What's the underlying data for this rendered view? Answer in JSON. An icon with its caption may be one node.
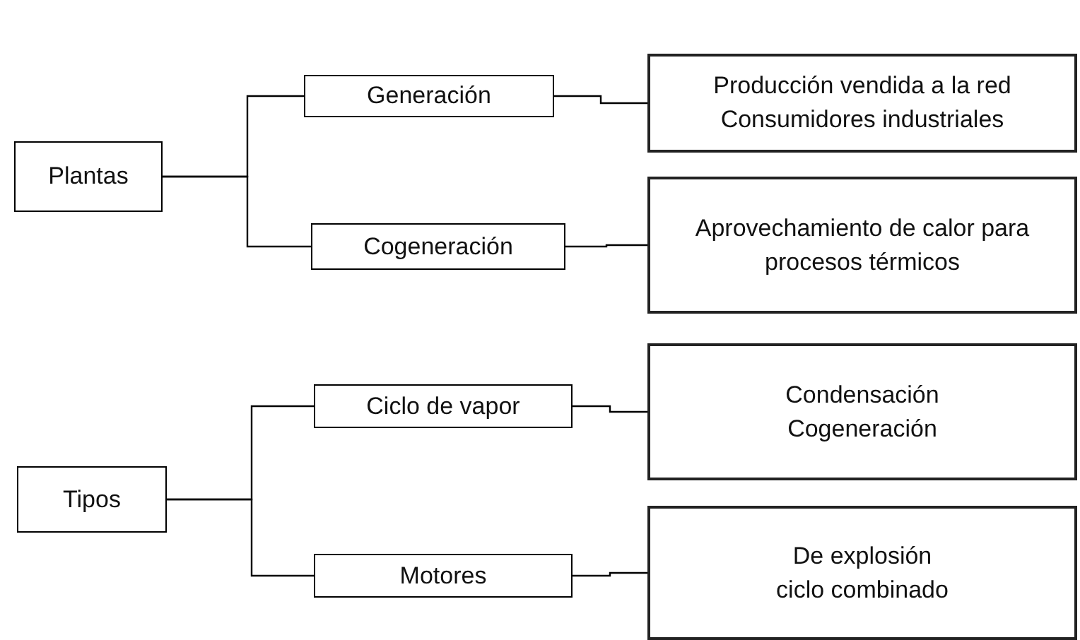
{
  "diagram": {
    "nodes": [
      {
        "text": [
          "Plantas"
        ]
      },
      {
        "text": [
          "Generación"
        ]
      },
      {
        "text": [
          "Cogeneración"
        ]
      },
      {
        "text": [
          "Producción vendida a la red",
          "Consumidores industriales"
        ]
      },
      {
        "text": [
          "Aprovechamiento de calor para procesos térmicos"
        ]
      },
      {
        "text": [
          "Tipos"
        ]
      },
      {
        "text": [
          "Ciclo de vapor"
        ]
      },
      {
        "text": [
          "Motores"
        ]
      },
      {
        "text": [
          "Condensación",
          "Cogeneración"
        ]
      },
      {
        "text": [
          "De explosión",
          "ciclo combinado"
        ]
      }
    ],
    "edges": [
      {
        "from": 0,
        "to": 1,
        "arrow": "none"
      },
      {
        "from": 0,
        "to": 2,
        "arrow": "none"
      },
      {
        "from": 1,
        "to": 3,
        "arrow": "none"
      },
      {
        "from": 2,
        "to": 4,
        "arrow": "none"
      },
      {
        "from": 5,
        "to": 6,
        "arrow": "none"
      },
      {
        "from": 5,
        "to": 7,
        "arrow": "none"
      },
      {
        "from": 6,
        "to": 8,
        "arrow": "none"
      },
      {
        "from": 7,
        "to": 9,
        "arrow": "none"
      }
    ]
  }
}
